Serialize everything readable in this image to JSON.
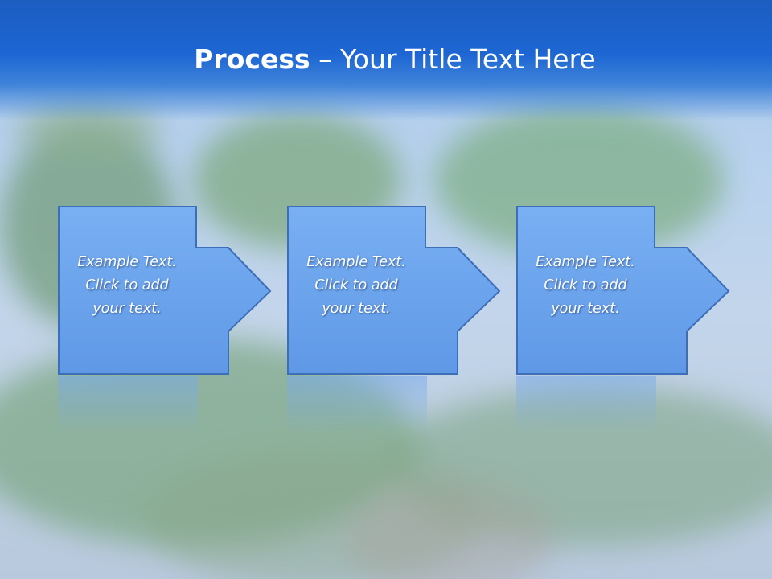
{
  "slide": {
    "title_strong": "Process",
    "title_rest": " – Your Title Text Here"
  },
  "steps": [
    {
      "line1": "Example Text.",
      "line2": "Click  to add",
      "line3": "your text."
    },
    {
      "line1": "Example Text.",
      "line2": "Click  to add",
      "line3": "your text."
    },
    {
      "line1": "Example Text.",
      "line2": "Click  to add",
      "line3": "your text."
    }
  ],
  "colors": {
    "title_bar": "#1d66d3",
    "shape_fill": "#6ea6ee",
    "shape_border": "#3d6fb8",
    "text": "#ffffff"
  }
}
